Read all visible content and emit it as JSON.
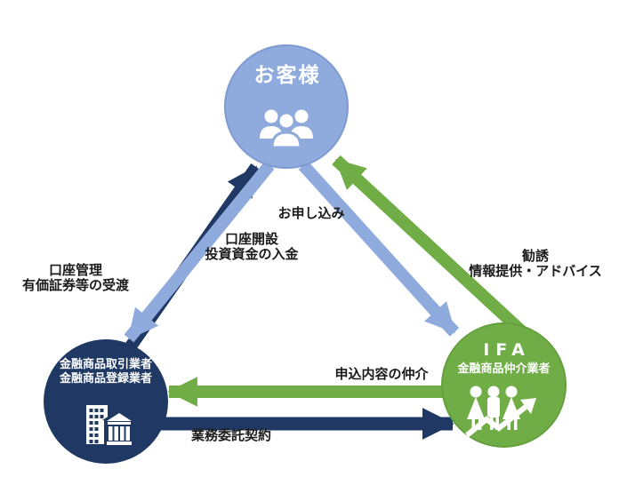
{
  "colors": {
    "background": "#FFFFFF",
    "light_blue": "#8FAADC",
    "navy": "#1F3864",
    "green": "#70AD47",
    "label_text": "#1B1B1B"
  },
  "nodes": {
    "customer": {
      "title": "お客様",
      "icon": "people-group-icon",
      "color": "#8FAADC"
    },
    "dealer": {
      "line1": "金融商品取引業者",
      "line2": "金融商品登録業者",
      "icon": "buildings-icon",
      "color": "#1F3864"
    },
    "ifa": {
      "title": "IFA",
      "subtitle": "金融商品仲介業者",
      "icon": "people-growth-icon",
      "color": "#70AD47"
    }
  },
  "arrows": [
    {
      "name": "dealer-to-customer",
      "color": "#1F3864",
      "direction": "diagonal-up-left-side",
      "lines": [
        "口座管理",
        "有価証券等の受渡"
      ]
    },
    {
      "name": "customer-to-dealer",
      "color": "#8FAADC",
      "direction": "diagonal-down-left-side",
      "lines": [
        "口座開設",
        "投資資金の入金"
      ]
    },
    {
      "name": "customer-to-ifa",
      "color": "#8FAADC",
      "direction": "diagonal-down-right-side",
      "lines": [
        "お申し込み"
      ]
    },
    {
      "name": "ifa-to-customer",
      "color": "#70AD47",
      "direction": "diagonal-up-right-side",
      "lines": [
        "勧誘",
        "情報提供・アドバイス"
      ]
    },
    {
      "name": "ifa-to-dealer",
      "color": "#70AD47",
      "direction": "horizontal-left",
      "lines": [
        "申込内容の仲介"
      ]
    },
    {
      "name": "dealer-to-ifa",
      "color": "#1F3864",
      "direction": "horizontal-right",
      "lines": [
        "業務委託契約"
      ]
    }
  ]
}
